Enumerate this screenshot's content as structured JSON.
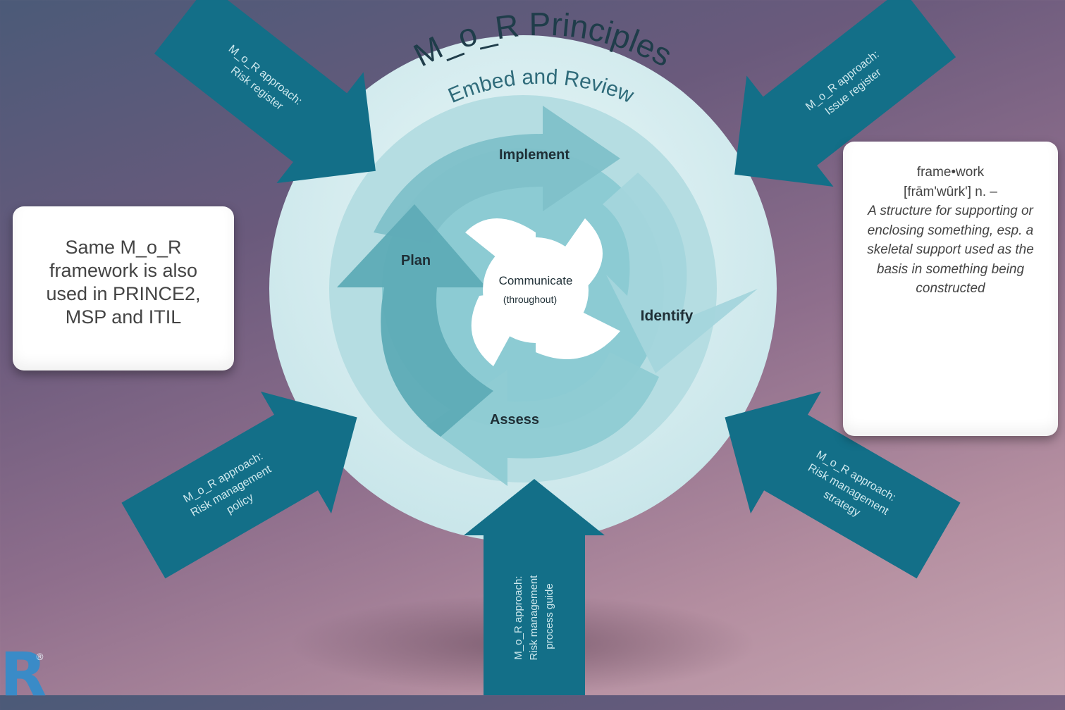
{
  "diagram": {
    "title": "M_o_R Principles",
    "ring_label": "Embed and Review",
    "cycle": {
      "implement": "Implement",
      "plan": "Plan",
      "identify": "Identify",
      "assess": "Assess",
      "center_line1": "Communicate",
      "center_line2": "(throughout)"
    },
    "arrows": [
      {
        "id": "top-left",
        "lines": [
          "M_o_R approach:",
          "Risk register"
        ]
      },
      {
        "id": "top-right",
        "lines": [
          "M_o_R approach:",
          "Issue register"
        ]
      },
      {
        "id": "bottom-left",
        "lines": [
          "M_o_R approach:",
          "Risk management",
          "policy"
        ]
      },
      {
        "id": "bottom-right",
        "lines": [
          "M_o_R approach:",
          "Risk management",
          "strategy"
        ]
      },
      {
        "id": "bottom",
        "lines": [
          "M_o_R approach:",
          "Risk management",
          "process guide"
        ]
      }
    ]
  },
  "note_left": {
    "text": "Same M_o_R framework is also used in PRINCE2, MSP and ITIL"
  },
  "note_right": {
    "headword": "frame•work",
    "pronunciation": "[frām'wûrk'] n. –",
    "definition": "A structure for supporting or enclosing something, esp. a skeletal support used as the basis in something being constructed"
  },
  "logo": {
    "letter": "R",
    "registered": "®",
    "color": "#3a8bc7"
  },
  "colors": {
    "arrow_fill": "#136f88",
    "outer_ring": "#d8eef1",
    "middle_ring": "#a9d6dc",
    "cycle_arrow": "#7fc0c9",
    "cycle_arrow_dark": "#5eabb6",
    "center": "#ffffff"
  }
}
